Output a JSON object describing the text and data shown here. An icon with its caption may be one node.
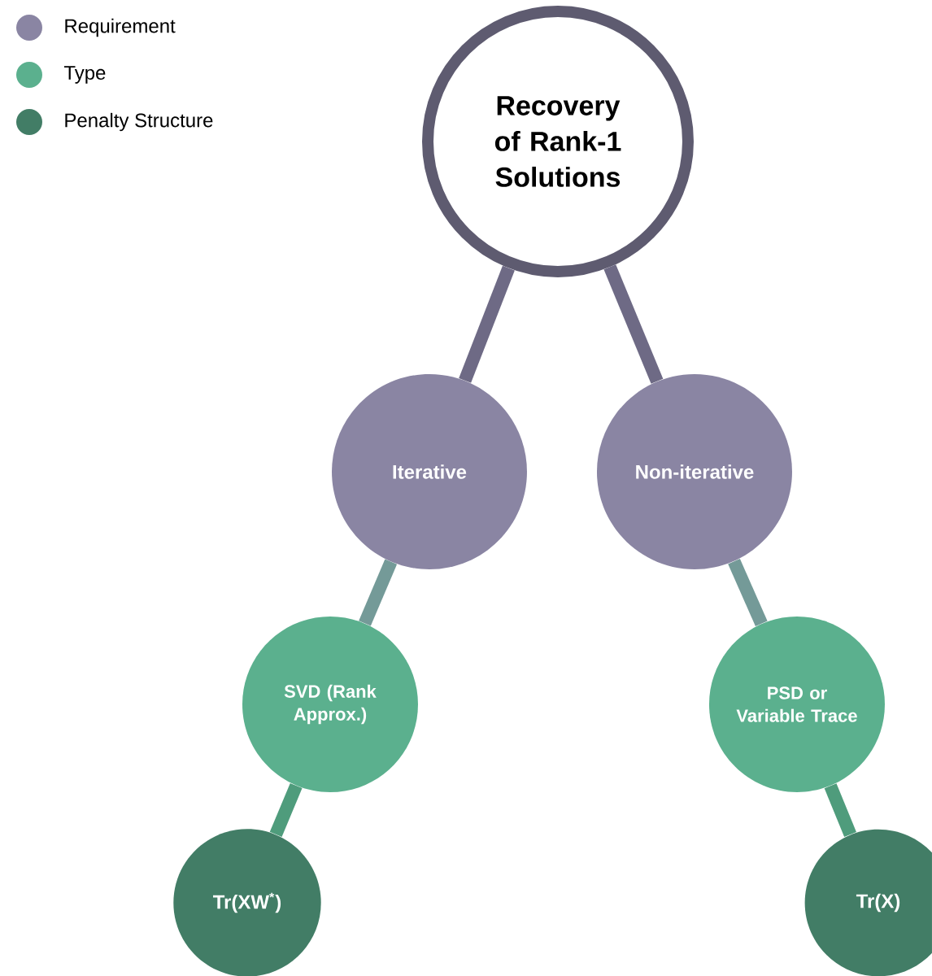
{
  "diagram": {
    "nodes": [
      {
        "text": [
          "Recovery of Rank-1 Solutions"
        ]
      },
      {
        "text": [
          "Iterative"
        ]
      },
      {
        "text": [
          "Non-iterative"
        ]
      },
      {
        "text": [
          "SVD (Rank Approx.)"
        ]
      },
      {
        "text": [
          "PSD or Variable Trace"
        ]
      },
      {
        "text": [
          "Tr(XW$^{*}$)"
        ]
      },
      {
        "text": [
          "Tr(X)"
        ]
      }
    ],
    "edges": [
      {
        "from": 0,
        "to": 1,
        "arrow": "none",
        "color": "#6e6a85"
      },
      {
        "from": 0,
        "to": 2,
        "arrow": "none",
        "color": "#6e6a85"
      },
      {
        "from": 1,
        "to": 3,
        "arrow": "none",
        "color": "#749a98"
      },
      {
        "from": 2,
        "to": 4,
        "arrow": "none",
        "color": "#749a98"
      },
      {
        "from": 3,
        "to": 5,
        "arrow": "none",
        "color": "#4f9c7c"
      },
      {
        "from": 4,
        "to": 6,
        "arrow": "none",
        "color": "#4f9c7c"
      }
    ],
    "legend": [
      {
        "text": "Requirement",
        "color": "#8a85a3"
      },
      {
        "text": "Type",
        "color": "#5bb08e"
      },
      {
        "text": "Penalty Structure",
        "color": "#427d66"
      }
    ]
  }
}
